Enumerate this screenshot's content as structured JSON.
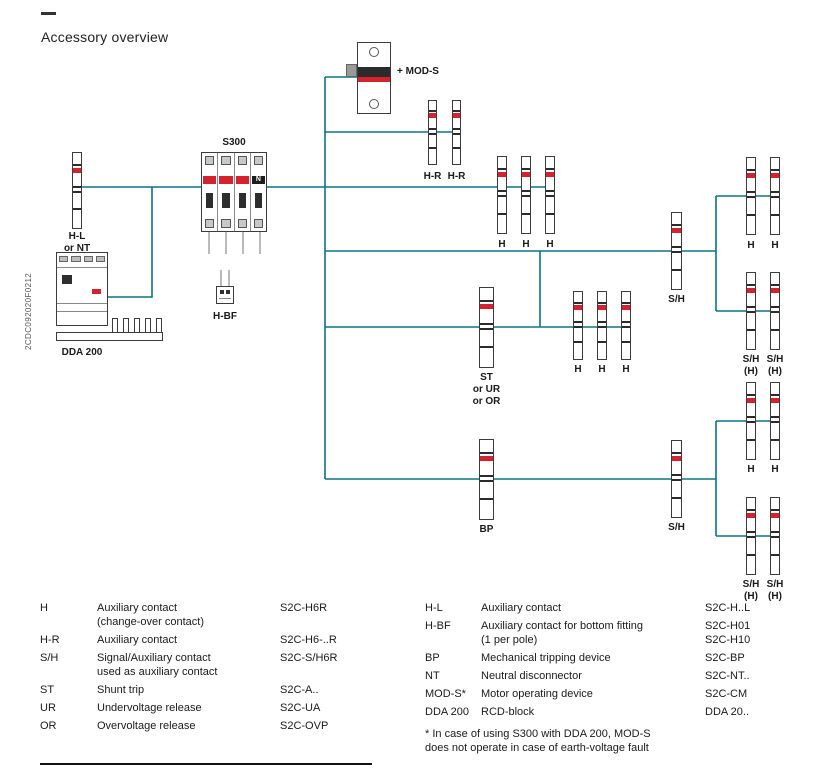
{
  "page": {
    "title": "Accessory overview",
    "side_code": "2CDC092020F0212"
  },
  "colors": {
    "wire": "#0d7386",
    "red": "#d6222e"
  },
  "diagram": {
    "s300_label": "S300",
    "s300_n": "N",
    "hl_label": "H-L\nor NT",
    "dda_label": "DDA 200",
    "hbf_label": "H-BF",
    "mods_label": "+ MOD-S",
    "hr_label": "H-R",
    "h_label": "H",
    "sh_label": "S/H",
    "shh_label": "S/H\n(H)",
    "st_label": "ST\nor UR\nor OR",
    "bp_label": "BP"
  },
  "legend": {
    "left": [
      {
        "abbr": "H",
        "desc": "Auxiliary contact\n(change-over contact)",
        "type": "S2C-H6R"
      },
      {
        "abbr": "H-R",
        "desc": "Auxiliary contact",
        "type": "S2C-H6-..R"
      },
      {
        "abbr": "S/H",
        "desc": "Signal/Auxiliary contact\nused as auxiliary contact",
        "type": "S2C-S/H6R"
      },
      {
        "abbr": "ST",
        "desc": "Shunt trip",
        "type": "S2C-A.."
      },
      {
        "abbr": "UR",
        "desc": "Undervoltage release",
        "type": "S2C-UA"
      },
      {
        "abbr": "OR",
        "desc": "Overvoltage release",
        "type": "S2C-OVP"
      }
    ],
    "right": [
      {
        "abbr": "H-L",
        "desc": "Auxiliary contact",
        "type": "S2C-H..L"
      },
      {
        "abbr": "H-BF",
        "desc": "Auxiliary contact for bottom fitting\n(1 per pole)",
        "type": "S2C-H01\nS2C-H10"
      },
      {
        "abbr": "BP",
        "desc": "Mechanical tripping device",
        "type": "S2C-BP"
      },
      {
        "abbr": "NT",
        "desc": "Neutral disconnector",
        "type": "S2C-NT.."
      },
      {
        "abbr": "MOD-S*",
        "desc": "Motor operating device",
        "type": "S2C-CM"
      },
      {
        "abbr": "DDA 200",
        "desc": "RCD-block",
        "type": "DDA 20.."
      }
    ],
    "footnote": "* In case of using S300 with DDA 200, MOD-S\ndoes not operate in case of earth-voltage fault"
  }
}
